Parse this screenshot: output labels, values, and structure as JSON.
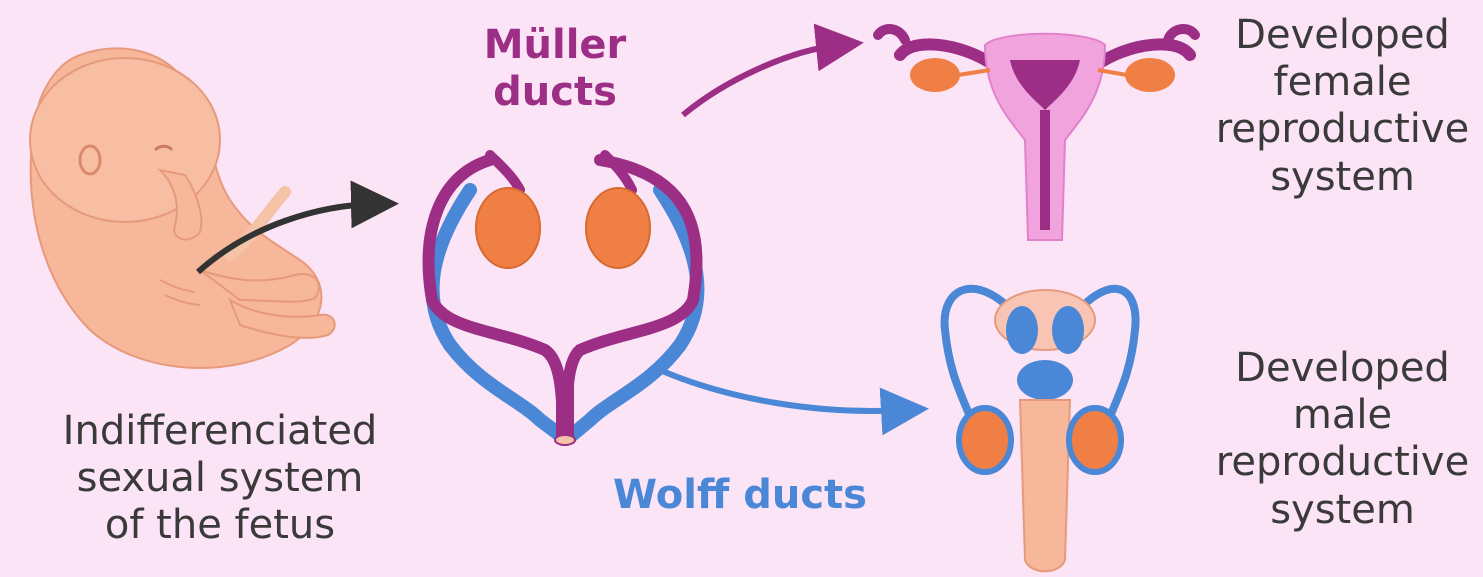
{
  "labels": {
    "fetus": [
      "Indifferenciated",
      "sexual system",
      "of the fetus"
    ],
    "muller": [
      "Müller",
      "ducts"
    ],
    "wolff": "Wolff ducts",
    "female": [
      "Developed",
      "female",
      "reproductive",
      "system"
    ],
    "male": [
      "Developed",
      "male",
      "reproductive",
      "system"
    ]
  },
  "colors": {
    "background": "#fce4f7",
    "muller": "#9c2f85",
    "wolff": "#4a87d6",
    "gonad": "#ef7f45",
    "skin": "#f6b79a",
    "text": "#3a3a3a",
    "arrow_dark": "#333333"
  }
}
